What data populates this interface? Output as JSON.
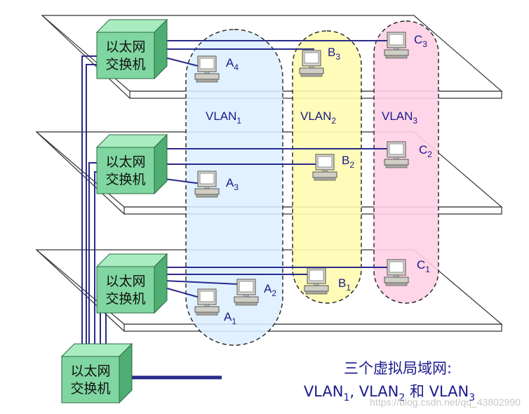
{
  "switch_label_line1": "以太网",
  "switch_label_line2": "交换机",
  "vlans": [
    {
      "name": "VLAN",
      "sub": "1",
      "color": "#dcefff"
    },
    {
      "name": "VLAN",
      "sub": "2",
      "color": "#fffbb0"
    },
    {
      "name": "VLAN",
      "sub": "3",
      "color": "#ffd0e6"
    }
  ],
  "hosts": {
    "A4": {
      "letter": "A",
      "sub": "4"
    },
    "B3": {
      "letter": "B",
      "sub": "3"
    },
    "C3": {
      "letter": "C",
      "sub": "3"
    },
    "A3": {
      "letter": "A",
      "sub": "3"
    },
    "B2": {
      "letter": "B",
      "sub": "2"
    },
    "C2": {
      "letter": "C",
      "sub": "2"
    },
    "A1": {
      "letter": "A",
      "sub": "1"
    },
    "A2": {
      "letter": "A",
      "sub": "2"
    },
    "B1": {
      "letter": "B",
      "sub": "1"
    },
    "C1": {
      "letter": "C",
      "sub": "1"
    }
  },
  "caption": {
    "line1": "三个虚拟局域网:",
    "line2_parts": [
      "VLAN",
      "1",
      ", VLAN",
      "2",
      " 和 VLAN",
      "3"
    ]
  },
  "watermark": "https://blog.csdn.net/qq_43802990",
  "colors": {
    "line": "#2a2a8c",
    "switch": "#7fd6a0",
    "switch_dark": "#3c8f5a"
  }
}
